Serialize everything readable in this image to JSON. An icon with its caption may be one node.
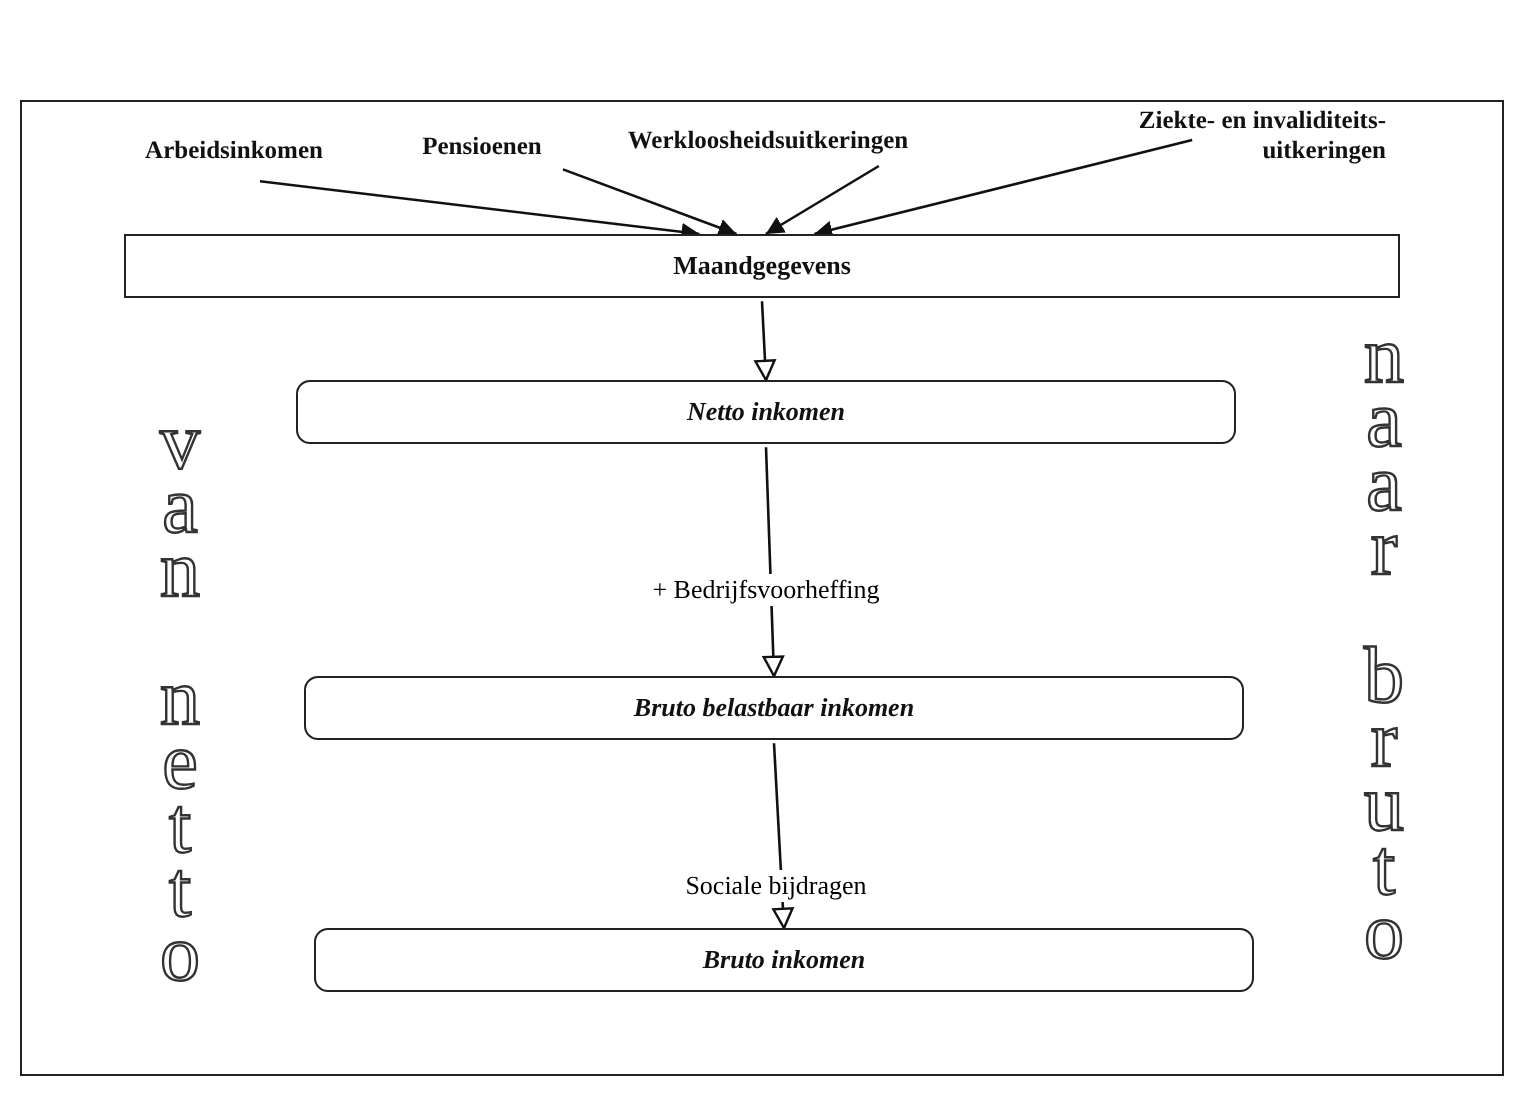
{
  "diagram": {
    "nodes": [
      {
        "text": [
          "Arbeidsinkomen"
        ]
      },
      {
        "text": [
          "Pensioenen"
        ]
      },
      {
        "text": [
          "Werkloosheidsuitkeringen"
        ]
      },
      {
        "text": [
          "Ziekte- en invaliditeits- uitkeringen"
        ]
      },
      {
        "text": [
          "Maandgegevens"
        ]
      },
      {
        "text": [
          "Netto inkomen"
        ]
      },
      {
        "text": [
          "Bruto belastbaar inkomen"
        ]
      },
      {
        "text": [
          "Bruto inkomen"
        ]
      }
    ],
    "edges": [
      {
        "from": 0,
        "to": 4,
        "arrow": "to"
      },
      {
        "from": 1,
        "to": 4,
        "arrow": "to"
      },
      {
        "from": 2,
        "to": 4,
        "arrow": "to"
      },
      {
        "from": 3,
        "to": 4,
        "arrow": "to"
      },
      {
        "from": 4,
        "to": 5,
        "arrow": "to"
      },
      {
        "from": 5,
        "to": 6,
        "arrow": "to",
        "label": "+ Bedrijfsvoorheffing"
      },
      {
        "from": 6,
        "to": 7,
        "arrow": "to",
        "label": "Sociale bijdragen"
      }
    ],
    "labels": [
      "van netto",
      "naar bruto"
    ]
  }
}
